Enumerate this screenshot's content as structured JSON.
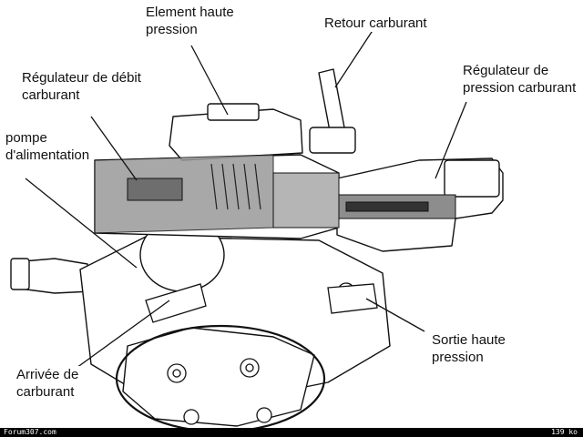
{
  "labels": {
    "element_haute_pression": [
      "Element haute",
      "pression"
    ],
    "retour_carburant": [
      "Retour carburant"
    ],
    "regulateur_debit": [
      "Régulateur de débit",
      "carburant"
    ],
    "regulateur_pression": [
      "Régulateur de",
      "pression carburant"
    ],
    "pompe_alimentation": [
      "pompe",
      "d'alimentation"
    ],
    "sortie_haute_pression": [
      "Sortie haute",
      "pression"
    ],
    "arrivee_carburant": [
      "Arrivée de",
      "carburant"
    ]
  },
  "footer": {
    "site": "Forum307.com",
    "size": "139 ko"
  },
  "colors": {
    "line": "#111111",
    "cutaway_fill": "#9a9a9a",
    "background": "#ffffff",
    "footer_bg": "#000000"
  }
}
